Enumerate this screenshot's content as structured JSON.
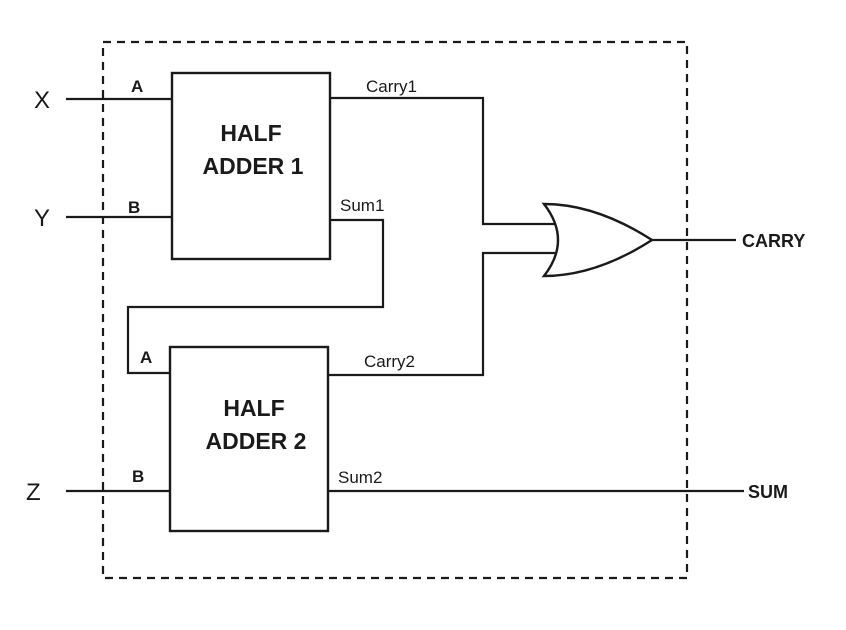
{
  "inputs": {
    "x": "X",
    "y": "Y",
    "z": "Z"
  },
  "half_adder_1": {
    "title_line1": "HALF",
    "title_line2": "ADDER 1",
    "port_a": "A",
    "port_b": "B",
    "carry_label": "Carry1",
    "sum_label": "Sum1"
  },
  "half_adder_2": {
    "title_line1": "HALF",
    "title_line2": "ADDER 2",
    "port_a": "A",
    "port_b": "B",
    "carry_label": "Carry2",
    "sum_label": "Sum2"
  },
  "outputs": {
    "carry": "CARRY",
    "sum": "SUM"
  },
  "colors": {
    "line": "#1a1a1a",
    "background": "#ffffff"
  }
}
